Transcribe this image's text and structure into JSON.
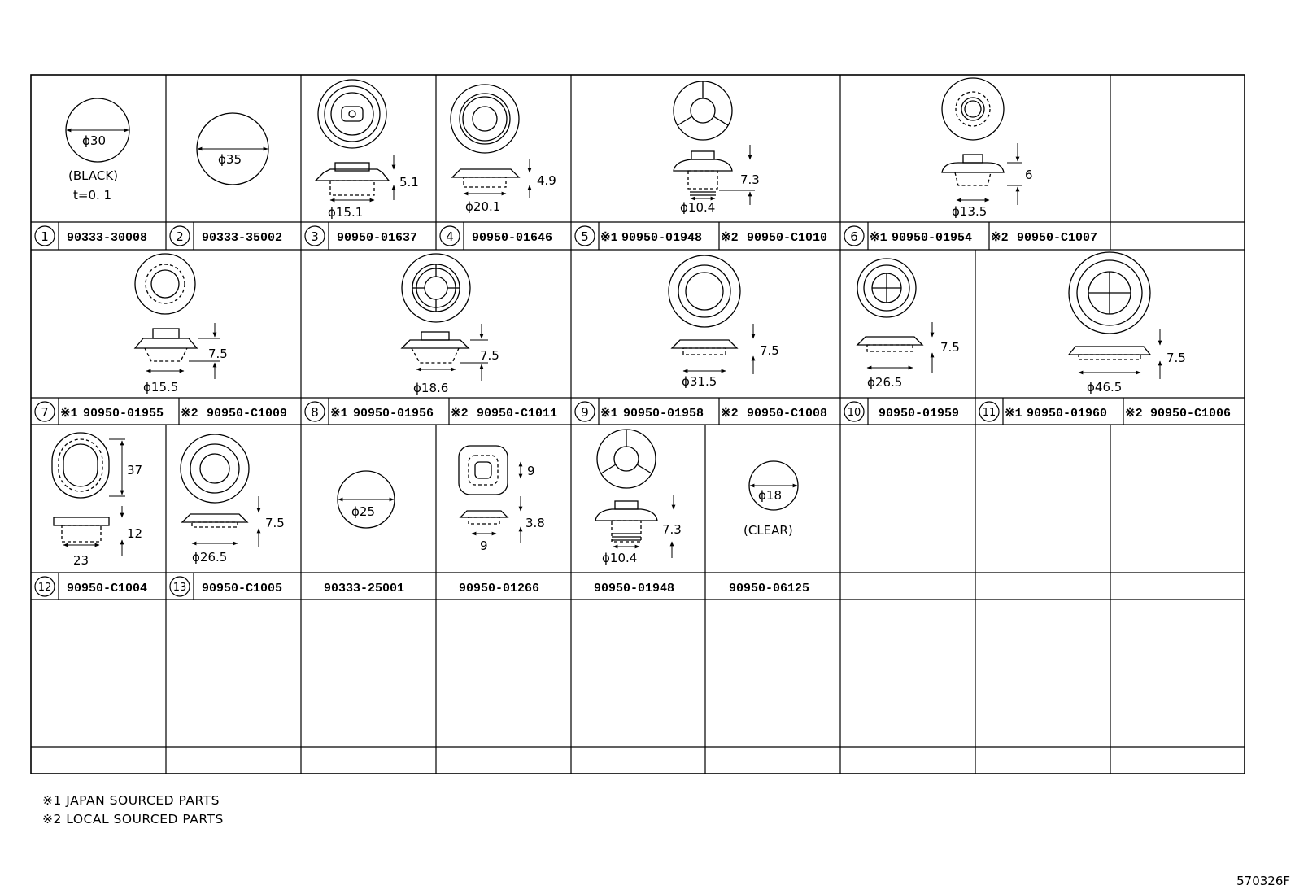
{
  "row1": {
    "cell1": {
      "num": "1",
      "part": "90333-30008",
      "dia": "ϕ30",
      "color": "(BLACK)",
      "thick": "t=0. 1"
    },
    "cell2": {
      "num": "2",
      "part": "90333-35002",
      "dia": "ϕ35"
    },
    "cell3": {
      "num": "3",
      "part": "90950-01637",
      "height": "5.1",
      "dia": "ϕ15.1"
    },
    "cell4": {
      "num": "4",
      "part": "90950-01646",
      "height": "4.9",
      "dia": "ϕ20.1"
    },
    "cell5": {
      "num": "5",
      "mark1": "※1",
      "part1": "90950-01948",
      "mark2": "※2",
      "part2": "90950-C1010",
      "height": "7.3",
      "dia": "ϕ10.4"
    },
    "cell6": {
      "num": "6",
      "mark1": "※1",
      "part1": "90950-01954",
      "mark2": "※2",
      "part2": "90950-C1007",
      "height": "6",
      "dia": "ϕ13.5"
    }
  },
  "row2": {
    "cell7": {
      "num": "7",
      "mark1": "※1",
      "part1": "90950-01955",
      "mark2": "※2",
      "part2": "90950-C1009",
      "height": "7.5",
      "dia": "ϕ15.5"
    },
    "cell8": {
      "num": "8",
      "mark1": "※1",
      "part1": "90950-01956",
      "mark2": "※2",
      "part2": "90950-C1011",
      "height": "7.5",
      "dia": "ϕ18.6"
    },
    "cell9": {
      "num": "9",
      "mark1": "※1",
      "part1": "90950-01958",
      "mark2": "※2",
      "part2": "90950-C1008",
      "height": "7.5",
      "dia": "ϕ31.5"
    },
    "cell10": {
      "num": "10",
      "part": "90950-01959",
      "height": "7.5",
      "dia": "ϕ26.5"
    },
    "cell11": {
      "num": "11",
      "mark1": "※1",
      "part1": "90950-01960",
      "mark2": "※2",
      "part2": "90950-C1006",
      "height": "7.5",
      "dia": "ϕ46.5"
    }
  },
  "row3": {
    "cell12": {
      "num": "12",
      "part": "90950-C1004",
      "length": "37",
      "height": "12",
      "width": "23"
    },
    "cell13": {
      "num": "13",
      "part": "90950-C1005",
      "height": "7.5",
      "dia": "ϕ26.5"
    },
    "cell14": {
      "part": "90333-25001",
      "dia": "ϕ25"
    },
    "cell15": {
      "part": "90950-01266",
      "size": "9",
      "height": "3.8",
      "width": "9"
    },
    "cell16": {
      "part": "90950-01948",
      "height": "7.3",
      "dia": "ϕ10.4"
    },
    "cell17": {
      "part": "90950-06125",
      "dia": "ϕ18",
      "color": "(CLEAR)"
    }
  },
  "notes": {
    "note1": "※1 JAPAN SOURCED PARTS",
    "note2": "※2 LOCAL SOURCED PARTS"
  },
  "figure_id": "570326F"
}
